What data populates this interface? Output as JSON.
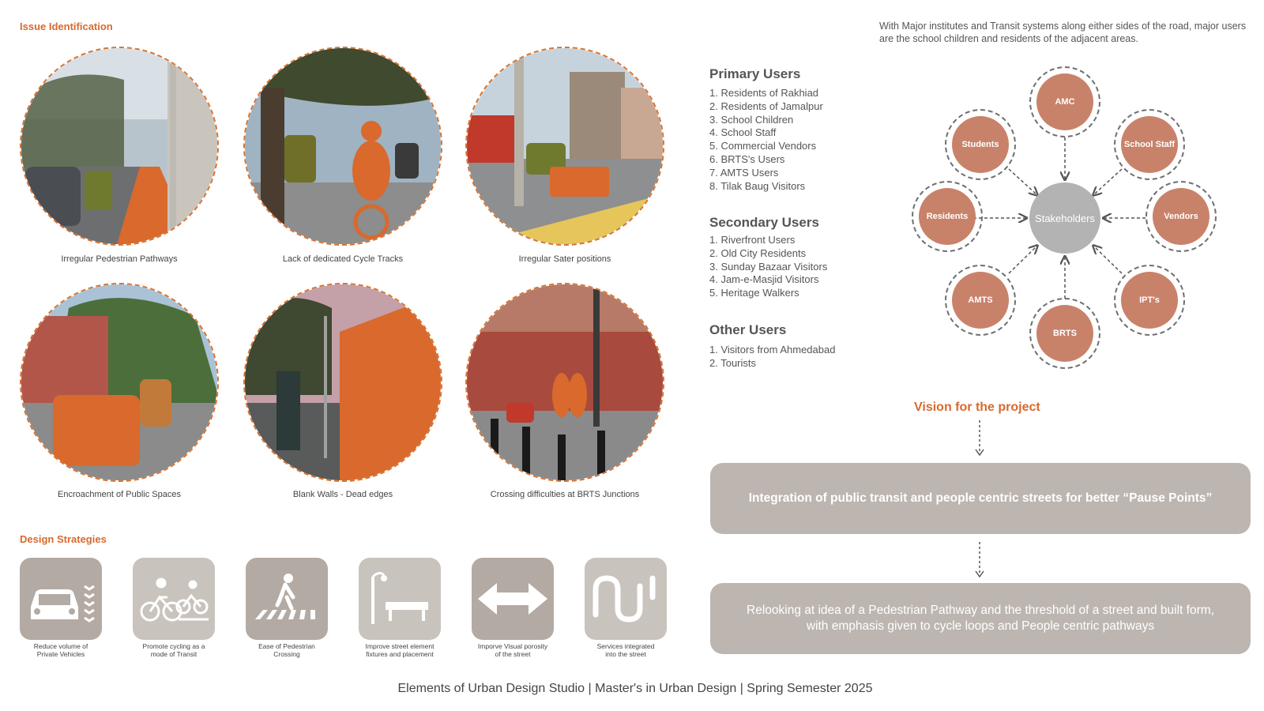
{
  "issue_identification": {
    "title": "Issue Identification",
    "photos": [
      {
        "caption": "Irregular Pedestrian Pathways"
      },
      {
        "caption": "Lack of dedicated Cycle Tracks"
      },
      {
        "caption": "Irregular Sater positions"
      },
      {
        "caption": "Encroachment of Public Spaces"
      },
      {
        "caption": "Blank Walls - Dead edges"
      },
      {
        "caption": "Crossing difficulties at BRTS Junctions"
      }
    ]
  },
  "design_strategies": {
    "title": "Design Strategies",
    "items": [
      {
        "icon": "car-icon",
        "label_line1": "Reduce volume of",
        "label_line2": "Private Vehicles"
      },
      {
        "icon": "cyclists-icon",
        "label_line1": "Promote cycling as a",
        "label_line2": "mode of Transit"
      },
      {
        "icon": "pedestrian-crossing-icon",
        "label_line1": "Ease of Pedestrian",
        "label_line2": "Crossing"
      },
      {
        "icon": "street-furniture-icon",
        "label_line1": "Improve street element",
        "label_line2": "fixtures and placement"
      },
      {
        "icon": "double-arrow-icon",
        "label_line1": "Imporve Visual porosity",
        "label_line2": "of the street"
      },
      {
        "icon": "pipes-icon",
        "label_line1": "Services integrated",
        "label_line2": "into the street"
      }
    ]
  },
  "intro": "With Major institutes and Transit systems along either sides of the road, major users are the school children and residents of the adjacent areas.",
  "users": {
    "primary": {
      "title": "Primary Users",
      "items": [
        "1. Residents of Rakhiad",
        "2. Residents of Jamalpur",
        "3. School Children",
        "4. School Staff",
        "5. Commercial Vendors",
        "6. BRTS's Users",
        "7. AMTS Users",
        "8. Tilak Baug Visitors"
      ]
    },
    "secondary": {
      "title": "Secondary Users",
      "items": [
        "1. Riverfront Users",
        "2. Old City Residents",
        "3. Sunday Bazaar Visitors",
        "4. Jam-e-Masjid Visitors",
        "5. Heritage Walkers"
      ]
    },
    "other": {
      "title": "Other Users",
      "items": [
        "1. Visitors from Ahmedabad",
        "2. Tourists"
      ]
    }
  },
  "stakeholders": {
    "center": "Stakeholders",
    "nodes": [
      "AMC",
      "School Staff",
      "Vendors",
      "IPT's",
      "BRTS",
      "AMTS",
      "Residents",
      "Students"
    ]
  },
  "vision": {
    "title": "Vision for the project",
    "statement": "Integration of public transit and people centric streets for better “Pause Points”",
    "detail": "Relooking at idea of a Pedestrian Pathway and the threshold of a street and built form, with emphasis given to cycle loops and People centric pathways"
  },
  "footer": "Elements of Urban Design Studio | Master's in Urban Design | Spring Semester 2025",
  "colors": {
    "accent": "#d9692c",
    "node_fill": "#c9826a",
    "center_fill": "#b3b3b3",
    "box_fill": "#bdb6b0",
    "tile_fill": "#b3aaa3"
  }
}
